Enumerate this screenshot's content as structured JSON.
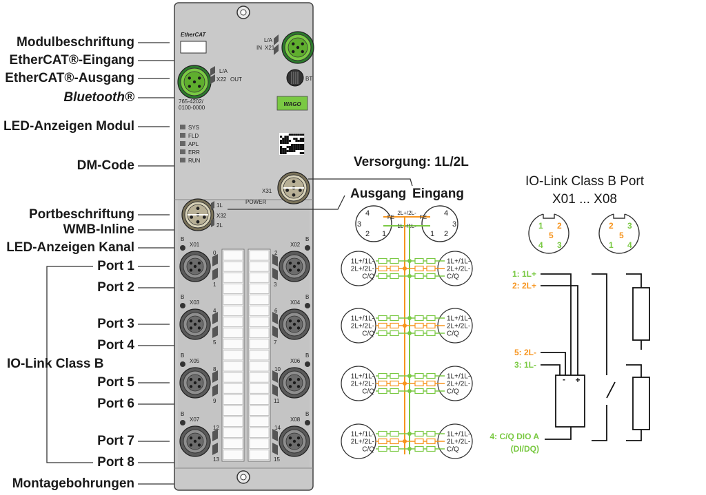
{
  "left_labels": [
    {
      "key": "modul",
      "text": "Modulbeschriftung"
    },
    {
      "key": "ecat_in",
      "text": "EtherCAT®-Eingang"
    },
    {
      "key": "ecat_out",
      "text": "EtherCAT®-Ausgang"
    },
    {
      "key": "bt",
      "text": "Bluetooth®"
    },
    {
      "key": "led_modul",
      "text": "LED-Anzeigen Modul"
    },
    {
      "key": "dm",
      "text": "DM-Code"
    },
    {
      "key": "portbeschr",
      "text": "Portbeschriftung"
    },
    {
      "key": "wmb",
      "text": "WMB-Inline"
    },
    {
      "key": "led_kanal",
      "text": "LED-Anzeigen Kanal"
    },
    {
      "key": "p1",
      "text": "Port 1"
    },
    {
      "key": "p2",
      "text": "Port 2"
    },
    {
      "key": "p3",
      "text": "Port 3"
    },
    {
      "key": "p4",
      "text": "Port 4"
    },
    {
      "key": "p5",
      "text": "Port 5"
    },
    {
      "key": "p6",
      "text": "Port 6"
    },
    {
      "key": "p7",
      "text": "Port 7"
    },
    {
      "key": "p8",
      "text": "Port 8"
    },
    {
      "key": "montage",
      "text": "Montagebohrungen"
    }
  ],
  "iolink_class_label": "IO-Link Class B",
  "module": {
    "ethercat_logo": "EtherCAT",
    "la": "L/A",
    "in_label": "IN",
    "x21": "X21",
    "x22": "X22",
    "out_label": "OUT",
    "bt": "BT",
    "part_line1": "765-4202/",
    "part_line2": "0100-0000",
    "wago": "WAGO",
    "leds": [
      "SYS",
      "FLD",
      "APL",
      "ERR",
      "RUN"
    ],
    "x31": "X31",
    "power": "POWER",
    "x32": "X32",
    "p1l": "1L",
    "p2l": "2L",
    "b": "B",
    "ports_left": [
      "X01",
      "X03",
      "X05",
      "X07"
    ],
    "ports_right": [
      "X02",
      "X04",
      "X06",
      "X08"
    ],
    "ch_left": [
      [
        "0",
        "1"
      ],
      [
        "4",
        "5"
      ],
      [
        "8",
        "9"
      ],
      [
        "12",
        "13"
      ]
    ],
    "ch_right": [
      [
        "2",
        "3"
      ],
      [
        "6",
        "7"
      ],
      [
        "10",
        "11"
      ],
      [
        "14",
        "15"
      ]
    ]
  },
  "supply": {
    "title": "Versorgung: 1L/2L",
    "ausgang": "Ausgang",
    "eingang": "Eingang",
    "pin_labels": {
      "top": "2L+/2L-",
      "mid": "1L+/1L-",
      "fe": "FE"
    },
    "pins": [
      "4",
      "3",
      "2",
      "1"
    ],
    "port_lines": [
      "1L+/1L-",
      "2L+/2L-",
      "C/Q"
    ]
  },
  "iolink": {
    "title": "IO-Link Class B Port",
    "range": "X01 ... X08",
    "female": [
      "1",
      "2",
      "5",
      "4",
      "3"
    ],
    "male": [
      "2",
      "3",
      "5",
      "1",
      "4"
    ],
    "legend": [
      "1: 1L+",
      "2: 2L+",
      "5: 2L-",
      "3: 1L-",
      "4: C/Q DIO A",
      "(DI/DQ)"
    ],
    "minus": "-",
    "plus": "+"
  },
  "colors": {
    "green": "#7ac943",
    "orange": "#f7941d",
    "housing": "#c8c8c8",
    "connector": "#6d6d6d"
  }
}
